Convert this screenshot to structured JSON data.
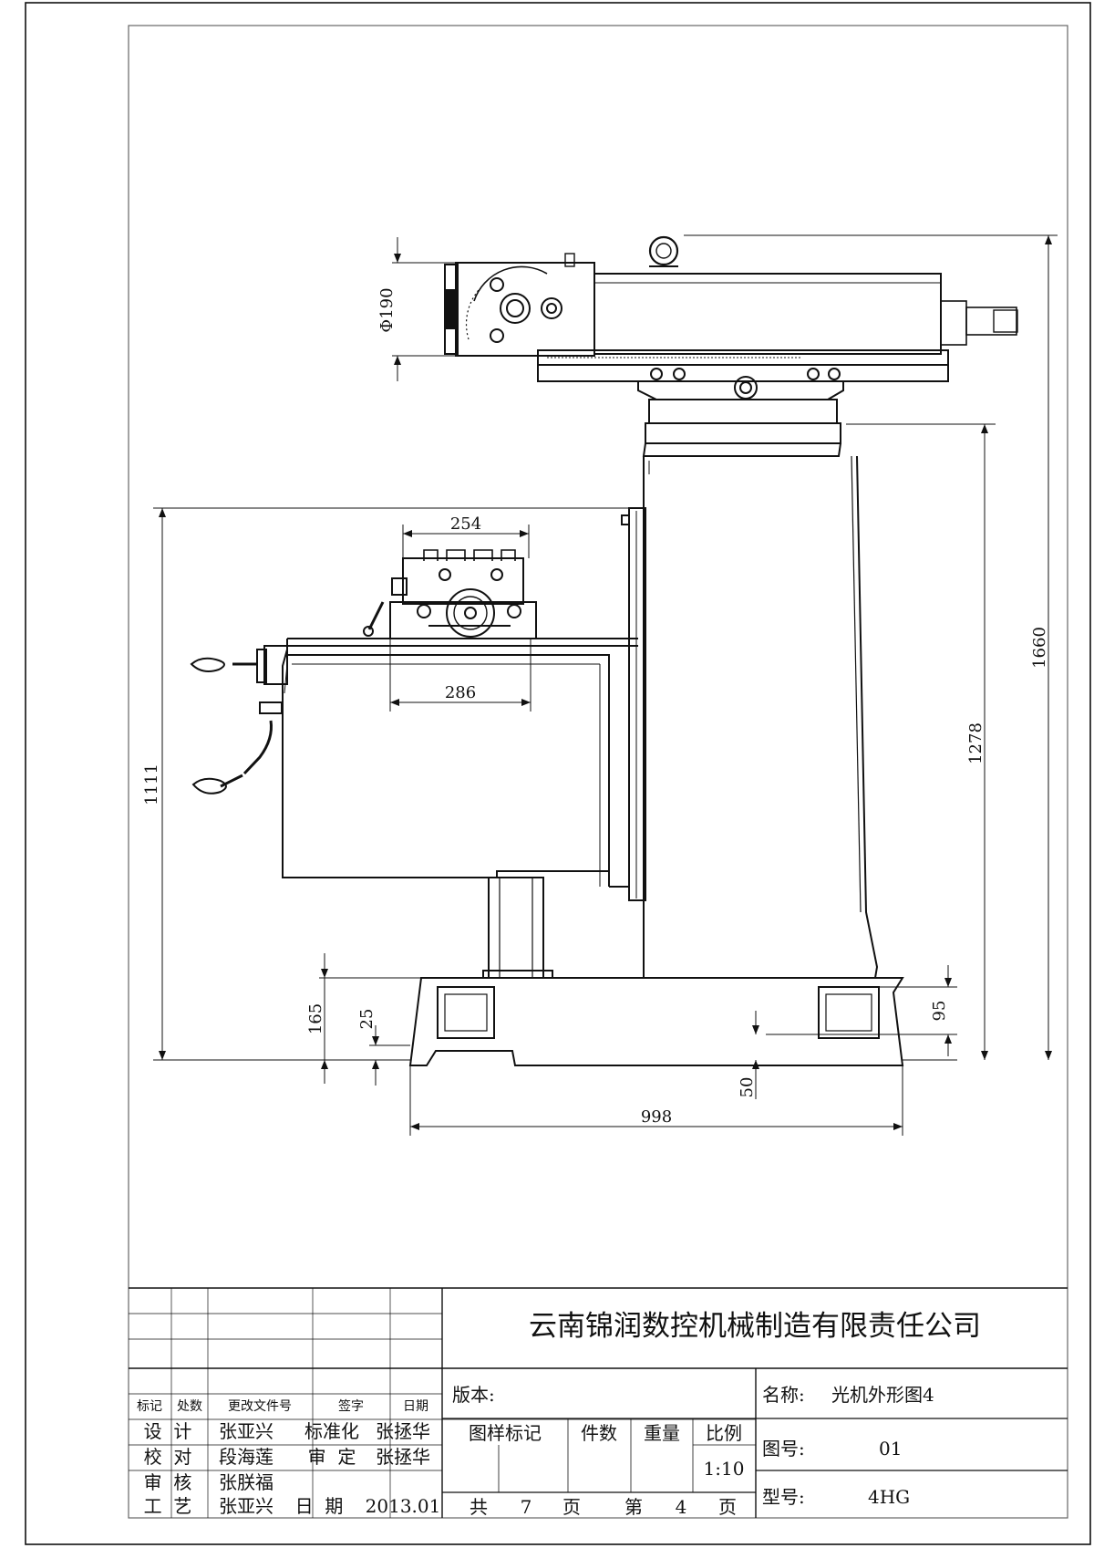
{
  "dimensions": {
    "d190": "Φ190",
    "d254": "254",
    "d286": "286",
    "d1111": "1111",
    "d165": "165",
    "d25": "25",
    "d50": "50",
    "d95": "95",
    "d998": "998",
    "d1278": "1278",
    "d1660": "1660"
  },
  "title_block": {
    "company": "云南锦润数控机械制造有限责任公司",
    "version_label": "版本:",
    "name_label": "名称:",
    "name_value": "光机外形图4",
    "drawing_no_label": "图号:",
    "drawing_no_value": "01",
    "model_label": "型号:",
    "model_value": "4HG",
    "rev_headers": [
      "标记",
      "处数",
      "更改文件号",
      "签字",
      "日期"
    ],
    "design_label": "设  计",
    "design_name": "张亚兴",
    "standard_label": "标准化",
    "standard_name": "张拯华",
    "check_label": "校  对",
    "check_name": "段海莲",
    "approve_label": "审  定",
    "approve_name": "张拯华",
    "review_label": "审  核",
    "review_name": "张朕福",
    "process_label": "工  艺",
    "process_name": "张亚兴",
    "date_label": "日  期",
    "date_value": "2013.01",
    "sample_mark_label": "图样标记",
    "qty_label": "件数",
    "weight_label": "重量",
    "scale_label": "比例",
    "scale_value": "1:10",
    "total_label": "共",
    "total_pages": "7",
    "page_unit": "页",
    "sheet_label": "第",
    "sheet_no": "4",
    "sheet_unit": "页"
  }
}
